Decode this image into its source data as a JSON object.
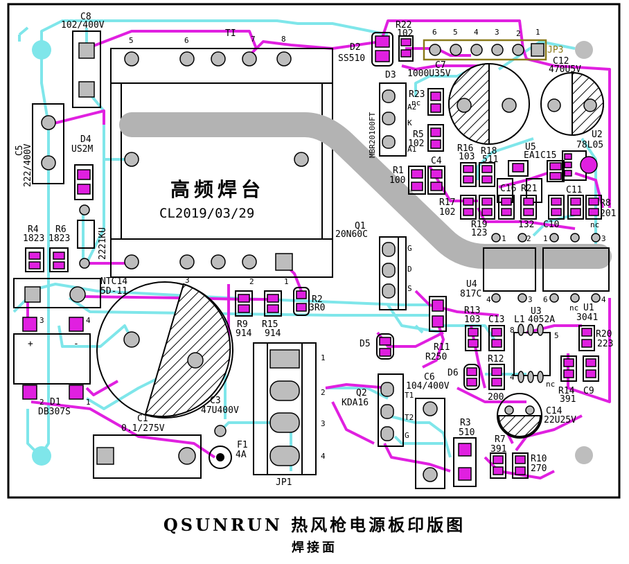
{
  "title": "QSUNRUN 热风枪电源板印版图",
  "subtitle": "焊接面",
  "board_marking": {
    "name": "高频焊台",
    "date": "CL2019/03/29"
  },
  "colors": {
    "top_trace": "#e020e0",
    "bottom_trace": "#7fe6ea",
    "silkscreen": "#000000",
    "heatsink": "#b3b3b3",
    "jp3_outline": "#8a7a1a",
    "board_outline": "#000000"
  },
  "labels": {
    "c8": "C8",
    "c8_val": "102/400V",
    "c5": "C5",
    "c5_val": "222/400V",
    "d4": "D4",
    "d4_val": "US2M",
    "c2_val": "2221KU",
    "r4": "R4",
    "r4_val": "1823",
    "r6": "R6",
    "r6_val": "1823",
    "ntc": "NTC14",
    "ntc_val": "5D-11",
    "t1": "TI",
    "t1_pin5": "5",
    "t1_pin6": "6",
    "t1_pin7": "7",
    "t1_pin8": "8",
    "t1_pin3": "3",
    "t1_pin2": "2",
    "t1_pin1": "1",
    "d2": "D2",
    "d2_val": "SS510",
    "r22": "R22",
    "r22_val": "102",
    "jp3": "JP3",
    "jp3_p6": "6",
    "jp3_p5": "5",
    "jp3_p4": "4",
    "jp3_p3": "3",
    "jp3_p2": "2",
    "jp3_p1": "1",
    "d3": "D3",
    "d3_val": "MBR20100FT",
    "d3_a2": "A2",
    "d3_k": "K",
    "d3_a1": "A1",
    "c7": "C7",
    "c7_val": "1000U35V",
    "c12": "C12",
    "c12_val": "470U5V",
    "r23": "R23",
    "r23_nc": "nc",
    "r5": "R5",
    "r5_val": "102",
    "r16": "R16",
    "r16_val": "103",
    "r18": "R18",
    "r18_val": "511",
    "u5": "U5",
    "u5_val": "EA1",
    "c15": "C15",
    "u2": "U2",
    "u2_val": "78L05",
    "c4": "C4",
    "r1": "R1",
    "r1_val": "100",
    "c16": "C16",
    "r21": "R21",
    "c11": "C11",
    "r17": "R17",
    "r17_val": "102",
    "r8": "R8",
    "r8_val": "201",
    "r19": "R19",
    "r19_val": "123",
    "val_132": "132",
    "c10": "C10",
    "c10_nc": "nc",
    "q1": "Q1",
    "q1_val": "20N60C",
    "q1_g": "G",
    "q1_d": "D",
    "q1_s": "S",
    "u4": "U4",
    "u4_val": "817C",
    "u4_p1": "1",
    "u4_p2": "2",
    "u4_p3": "3",
    "u4_p4": "4",
    "u1": "U1",
    "u1_val": "3041",
    "u1_p1": "1",
    "u1_p3": "3",
    "u1_p4": "4",
    "u1_p6": "6",
    "u1_nc": "nc",
    "r2": "R2",
    "r2_val": "3R0",
    "r9": "R9",
    "r9_val": "914",
    "r15": "R15",
    "r15_val": "914",
    "r13": "R13",
    "r13_val": "103",
    "c13": "C13",
    "l1": "L1",
    "u3": "U3",
    "u3_val": "4052A",
    "u3_p8": "8",
    "u3_p5": "5",
    "u3_p4": "4",
    "u3_nc": "nc",
    "r20": "R20",
    "r20_val": "223",
    "r11": "R11",
    "r11_val": "R250",
    "d5": "D5",
    "d6": "D6",
    "r12": "R12",
    "r12_val": "200",
    "r14": "R14",
    "r14_val": "391",
    "c9": "C9",
    "d1": "D1",
    "d1_val": "DB307S",
    "d1_plus": "+",
    "d1_minus": "-",
    "d1_p3": "3",
    "d1_p4": "4",
    "d1_p2": "2",
    "d1_p1": "1",
    "c1": "C1",
    "c1_val": "0.1/275V",
    "c3": "C3",
    "c3_val": "47U400V",
    "jp1": "JP1",
    "jp1_p1": "1",
    "jp1_p2": "2",
    "jp1_p3": "3",
    "jp1_p4": "4",
    "f1": "F1",
    "f1_val": "4A",
    "q2": "Q2",
    "q2_val": "KDA16",
    "q2_t1": "T1",
    "q2_t2": "T2",
    "q2_g": "G",
    "c6": "C6",
    "c6_val": "104/400V",
    "r3": "R3",
    "r3_val": "510",
    "r7": "R7",
    "r7_val": "391",
    "r10": "R10",
    "r10_val": "270",
    "c14": "C14",
    "c14_val": "22U25V",
    "ntc_p3": "3",
    "ntc_p2": "2",
    "ntc_p1": "1"
  }
}
